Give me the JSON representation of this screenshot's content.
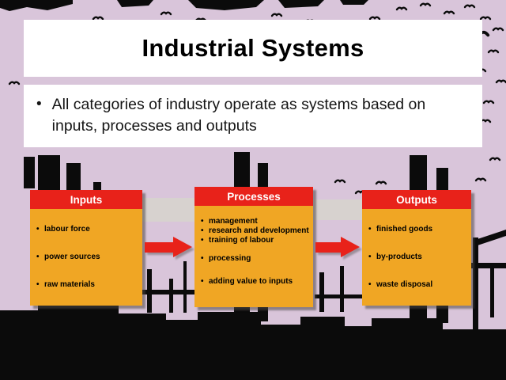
{
  "slide": {
    "title": "Industrial Systems",
    "bullet_marker": "•",
    "bullet": "All categories of industry operate as systems based on inputs, processes and outputs"
  },
  "diagram": {
    "inputs": {
      "header": "Inputs",
      "items": [
        "labour force",
        "power sources",
        "raw materials"
      ]
    },
    "processes": {
      "header": "Processes",
      "items": [
        "management",
        "research and development",
        "training of labour",
        "processing",
        "adding value to inputs"
      ]
    },
    "outputs": {
      "header": "Outputs",
      "items": [
        "finished goods",
        "by-products",
        "waste disposal"
      ]
    },
    "colors": {
      "header_bg": "#e8221a",
      "body_bg": "#f0a624",
      "arrow": "#e8221a",
      "slide_bg": "#d9c5da",
      "silhouette": "#0b0b0b"
    }
  }
}
